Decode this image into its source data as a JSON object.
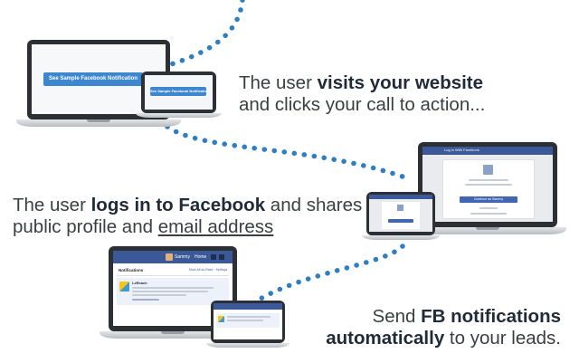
{
  "step1": {
    "pre": "The user ",
    "bold": "visits your website",
    "line2": "and clicks your call to action...",
    "button_label": "See Sample Facebook Notification"
  },
  "step2": {
    "pre": "The user ",
    "bold": "logs in to Facebook",
    "post": " and shares",
    "line2_pre": "public profile and ",
    "line2_link": "email address",
    "login_header": "Log in With Facebook",
    "login_button": "Continue as Sammy"
  },
  "step3": {
    "pre": "Send ",
    "bold1": "FB notifications",
    "bold2": "automatically",
    "post": " to your leads.",
    "notifications_label": "Notifications",
    "header_name": "Sammy",
    "header_home": "Home",
    "header_links": "Mark All as Read · Settings",
    "notification_title": "LeReach"
  },
  "colors": {
    "dots": "#2f7ec1",
    "facebook": "#3b5998",
    "cta": "#3d87cf"
  }
}
